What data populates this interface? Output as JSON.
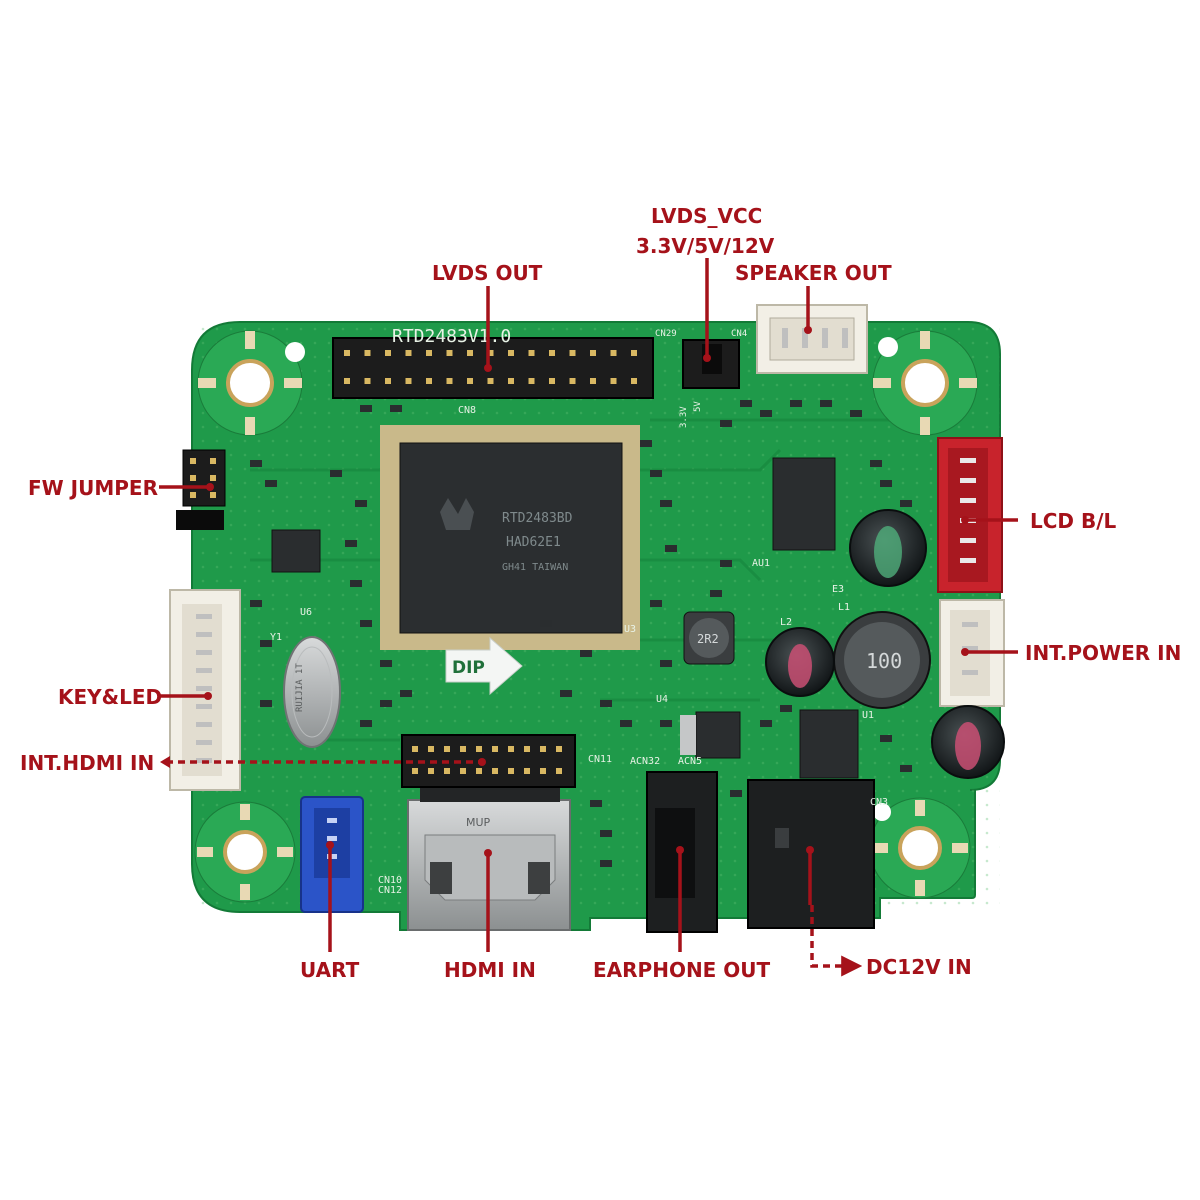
{
  "labels": {
    "lvds_vcc": "LVDS_VCC",
    "lvds_vcc_options": "3.3V/5V/12V",
    "lvds_out": "LVDS OUT",
    "speaker_out": "SPEAKER OUT",
    "fw_jumper": "FW JUMPER",
    "lcd_bl": "LCD B/L",
    "int_power_in": "INT.POWER IN",
    "key_led": "KEY&LED",
    "int_hdmi_in": "INT.HDMI IN",
    "uart": "UART",
    "hdmi_in": "HDMI IN",
    "earphone_out": "EARPHONE OUT",
    "dc12v_in": "DC12V IN"
  },
  "board": {
    "model": "RTD2483V1.0",
    "chip_line1": "RTD2483BD",
    "chip_line2": "HAD62E1",
    "chip_line3": "GH41 TAIWAN",
    "dip_label": "DIP",
    "inductor_small": "2R2",
    "inductor_large": "100",
    "hdmi_brand": "MUP",
    "crystal": "RUIJIA 1T",
    "silk_cn8": "CN8",
    "silk_cn29": "CN29",
    "silk_cn4": "CN4",
    "silk_cn11": "CN11",
    "silk_acn32": "ACN32",
    "silk_acn5": "ACN5",
    "silk_cn3": "CN3",
    "silk_cn10": "CN10",
    "silk_cn12": "CN12",
    "silk_u3": "U3",
    "silk_u4": "U4",
    "silk_u1": "U1",
    "silk_au1": "AU1",
    "silk_l1": "L1",
    "silk_l2": "L2",
    "silk_y1": "Y1",
    "silk_u6": "U6",
    "silk_e3": "E3",
    "silk_3v3": "3.3V",
    "silk_5v": "5V"
  },
  "colors": {
    "label": "#a5121a",
    "pcb": "#1f9a4a",
    "pcb_dark": "#137a37",
    "lcd_bl_connector": "#c8232c",
    "uart_connector": "#2b54c8"
  }
}
